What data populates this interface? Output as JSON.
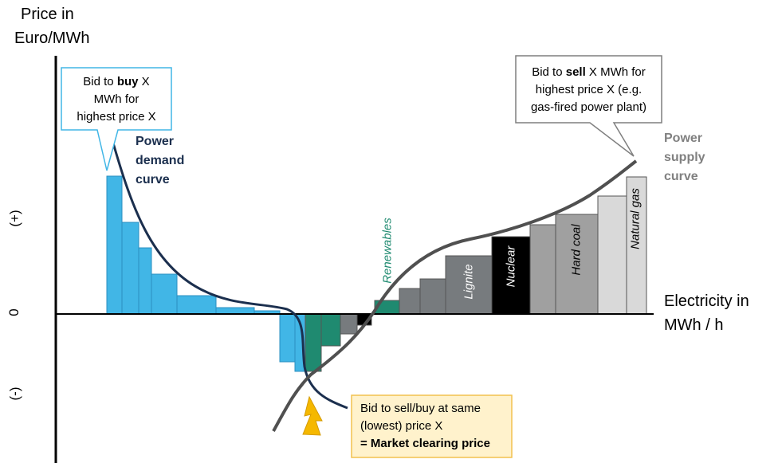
{
  "axes": {
    "y_title_line1": "Price in",
    "y_title_line2": "Euro/MWh",
    "x_title_line1": "Electricity in",
    "x_title_line2": "MWh / h",
    "plus": "(+)",
    "zero": "0",
    "minus": "(-)"
  },
  "callouts": {
    "buy": {
      "line1_pre": "Bid to ",
      "line1_bold": "buy",
      "line1_post": " X",
      "line2": "MWh for",
      "line3": "highest price X"
    },
    "sell": {
      "line1_pre": "Bid to ",
      "line1_bold": "sell",
      "line1_post": " X MWh for",
      "line2": "highest price X (e.g.",
      "line3": "gas-fired power plant)"
    },
    "clearing": {
      "line1": "Bid to sell/buy at same",
      "line2": "(lowest) price X",
      "line3": "= Market clearing price"
    }
  },
  "curves": {
    "demand": {
      "line1": "Power",
      "line2": "demand",
      "line3": "curve",
      "color": "#1b2f4e"
    },
    "supply": {
      "line1": "Power",
      "line2": "supply",
      "line3": "curve",
      "color": "#808080"
    }
  },
  "bar_labels": {
    "renewables": "Renewables",
    "lignite": "Lignite",
    "nuclear": "Nuclear",
    "hard_coal": "Hard coal",
    "natural_gas": "Natural gas"
  },
  "colors": {
    "demand_bars": "#41b6e6",
    "renewables": "#1f8a70",
    "lignite": "#777b7e",
    "nuclear": "#000000",
    "hard_coal": "#a0a0a0",
    "natural_gas": "#d9d9d9",
    "callout_buy_border": "#41b6e6",
    "callout_sell_border": "#7f7f7f",
    "callout_clearing_fill": "#fff2cc",
    "callout_clearing_border": "#f2c14e",
    "lightning": "#f5b800"
  }
}
